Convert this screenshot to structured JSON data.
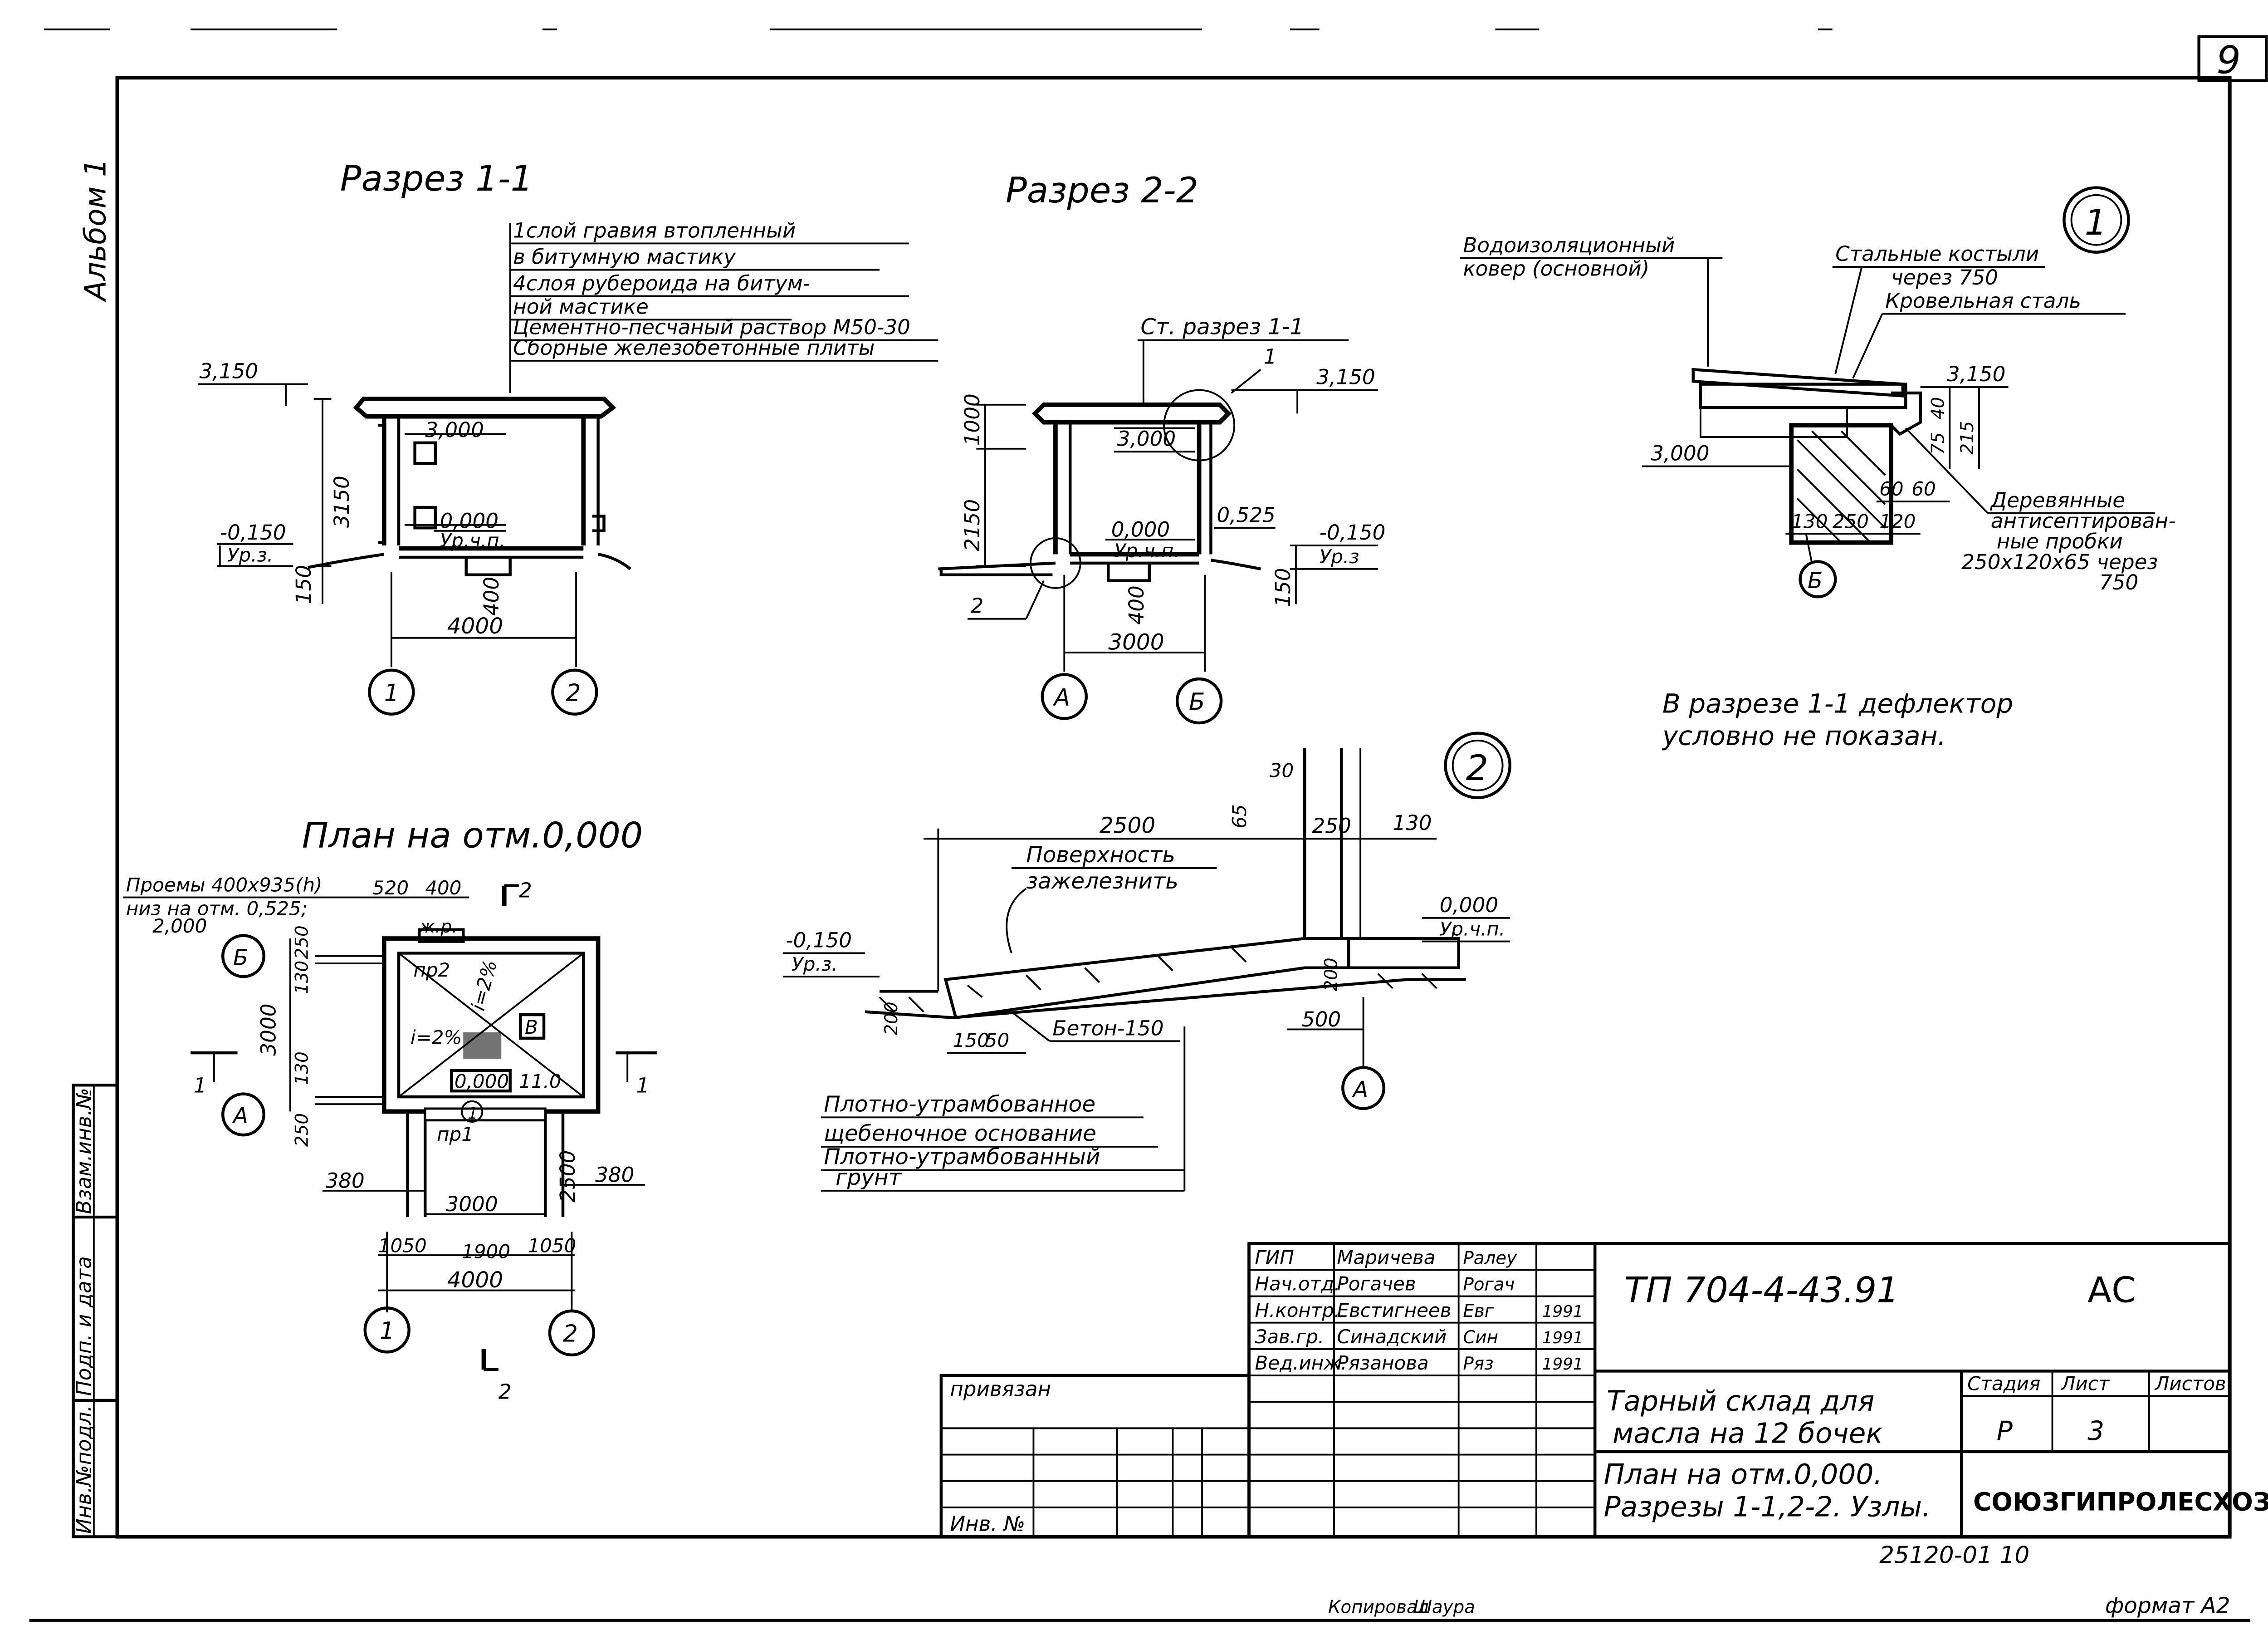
{
  "sheet": {
    "number": "9",
    "album": "Альбом 1",
    "copied_by": "Копировал",
    "copier_sign": "Шаура",
    "format": "формат А2"
  },
  "side_stamp": [
    "Инв.№подл.",
    "Подп. и дата",
    "Взам.инв.№"
  ],
  "section11": {
    "title": "Разрез 1-1",
    "layers": [
      "1слой гравия втопленный",
      "в битумную мастику",
      "4слоя рубероида на битум-",
      "ной мастике",
      "Цементно-песчаный раствор М50-30",
      "Сборные железобетонные плиты"
    ],
    "marks": [
      "3,150",
      "3,000",
      "0,000",
      "Ур.ч.п.",
      "-0,150",
      "Ур.з."
    ],
    "dims": [
      "3150",
      "150",
      "400",
      "4000"
    ],
    "axes": [
      "1",
      "2"
    ]
  },
  "section22": {
    "title": "Разрез 2-2",
    "ref": "Ст. разрез 1-1",
    "node_ref": "1",
    "node_ref2": "2",
    "marks": [
      "3,150",
      "3,000",
      "0,000",
      "Ур.ч.п.",
      "0,525",
      "-0,150",
      "Ур.з"
    ],
    "dims": [
      "1000",
      "2150",
      "400",
      "150",
      "3000"
    ],
    "axes": [
      "А",
      "Б"
    ]
  },
  "node1": {
    "number": "1",
    "labels": [
      "Водоизоляционный",
      "ковер (основной)",
      "Стальные костыли",
      "через 750",
      "Кровельная сталь",
      "Деревянные",
      "антисептирован-",
      "ные пробки",
      "250х120х65 через",
      "750"
    ],
    "marks": [
      "3,150",
      "3,000"
    ],
    "dims": [
      "40",
      "215",
      "75",
      "60",
      "60",
      "130",
      "250",
      "120"
    ],
    "axis": "Б"
  },
  "note": [
    "В разрезе 1-1 дефлектор",
    "условно не показан."
  ],
  "plan": {
    "title": "План на отм.0,000",
    "openings": [
      "Проемы 400х935(h)",
      "низ на отм. 0,525;",
      "2,000"
    ],
    "labels": [
      "ж.р.",
      "пр2",
      "пр1",
      "i=2%",
      "i=2%",
      "В",
      "0,000",
      "11.0",
      "1"
    ],
    "dims_top": [
      "520",
      "400"
    ],
    "dims_left": [
      "250",
      "130",
      "3000",
      "130",
      "250"
    ],
    "dims_bottom": [
      "380",
      "3000",
      "2500",
      "380",
      "1050",
      "1900",
      "1050",
      "4000"
    ],
    "section_marks": [
      "1",
      "1",
      "2",
      "2"
    ],
    "axes": [
      "1",
      "2",
      "А",
      "Б"
    ]
  },
  "node2": {
    "number": "2",
    "labels": [
      "Поверхность",
      "зажелезнить",
      "Бетон-150",
      "Плотно-утрамбованное",
      "щебеночное основание",
      "Плотно-утрамбованный",
      "грунт"
    ],
    "marks": [
      "-0,150",
      "Ур.з.",
      "0,000",
      "Ур.ч.п."
    ],
    "dims": [
      "30",
      "65",
      "2500",
      "250",
      "130",
      "200",
      "150",
      "50",
      "200",
      "500"
    ],
    "axis": "А"
  },
  "title_block": {
    "project_code": "ТП 704-4-43.91",
    "mark": "АС",
    "people": [
      {
        "role": "ГИП",
        "name": "Маричева",
        "sign": "Ралеу",
        "date": ""
      },
      {
        "role": "Нач.отд.",
        "name": "Рогачев",
        "sign": "Рогач",
        "date": ""
      },
      {
        "role": "Н.контр.",
        "name": "Евстигнеев",
        "sign": "Евг",
        "date": "1991"
      },
      {
        "role": "Зав.гр.",
        "name": "Синадский",
        "sign": "Син",
        "date": "1991"
      },
      {
        "role": "Вед.инж.",
        "name": "Рязанова",
        "sign": "Ряз",
        "date": "1991"
      }
    ],
    "bound_label": "привязан",
    "inv_label": "Инв. №",
    "object": [
      "Тарный склад для",
      "масла на 12 бочек"
    ],
    "sheet_title": [
      "План на отм.0,000.",
      "Разрезы 1-1,2-2. Узлы."
    ],
    "stage_header": "Стадия",
    "sheet_header": "Лист",
    "sheets_header": "Листов",
    "stage": "Р",
    "sheet_no": "3",
    "sheets_total": "",
    "organization": "СОЮЗГИПРОЛЕСХОЗ",
    "doc_number": "25120-01  10"
  }
}
